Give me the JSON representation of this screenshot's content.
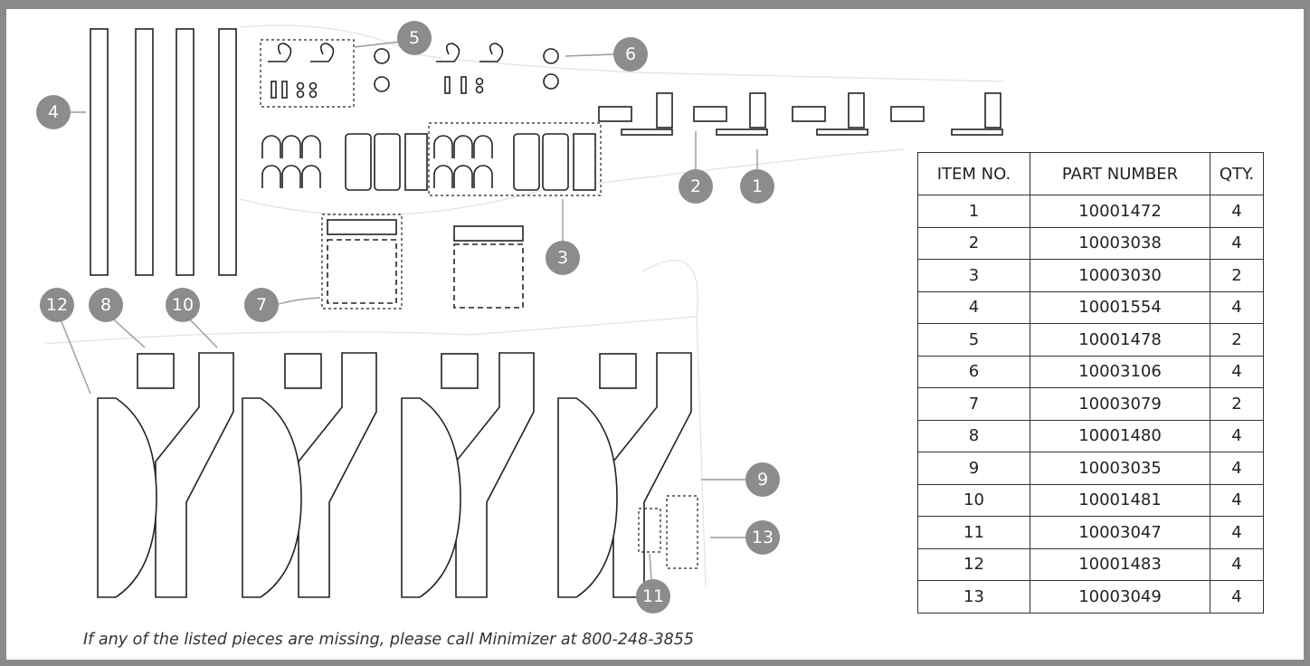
{
  "parts_table": {
    "headers": [
      "ITEM NO.",
      "PART NUMBER",
      "QTY."
    ],
    "rows": [
      [
        "1",
        "10001472",
        "4"
      ],
      [
        "2",
        "10003038",
        "4"
      ],
      [
        "3",
        "10003030",
        "2"
      ],
      [
        "4",
        "10001554",
        "4"
      ],
      [
        "5",
        "10001478",
        "2"
      ],
      [
        "6",
        "10003106",
        "4"
      ],
      [
        "7",
        "10003079",
        "2"
      ],
      [
        "8",
        "10001480",
        "4"
      ],
      [
        "9",
        "10003035",
        "4"
      ],
      [
        "10",
        "10001481",
        "4"
      ],
      [
        "11",
        "10003047",
        "4"
      ],
      [
        "12",
        "10001483",
        "4"
      ],
      [
        "13",
        "10003049",
        "4"
      ]
    ]
  },
  "callouts": [
    "1",
    "2",
    "3",
    "4",
    "5",
    "6",
    "7",
    "8",
    "9",
    "10",
    "11",
    "12",
    "13"
  ],
  "footer_note": "If any of the listed pieces are missing, please call Minimizer at 800-248-3855",
  "colors": {
    "border": "#8a8a8a",
    "callout_fill": "#8c8c8c",
    "callout_text": "#ffffff",
    "line": "#222222"
  }
}
